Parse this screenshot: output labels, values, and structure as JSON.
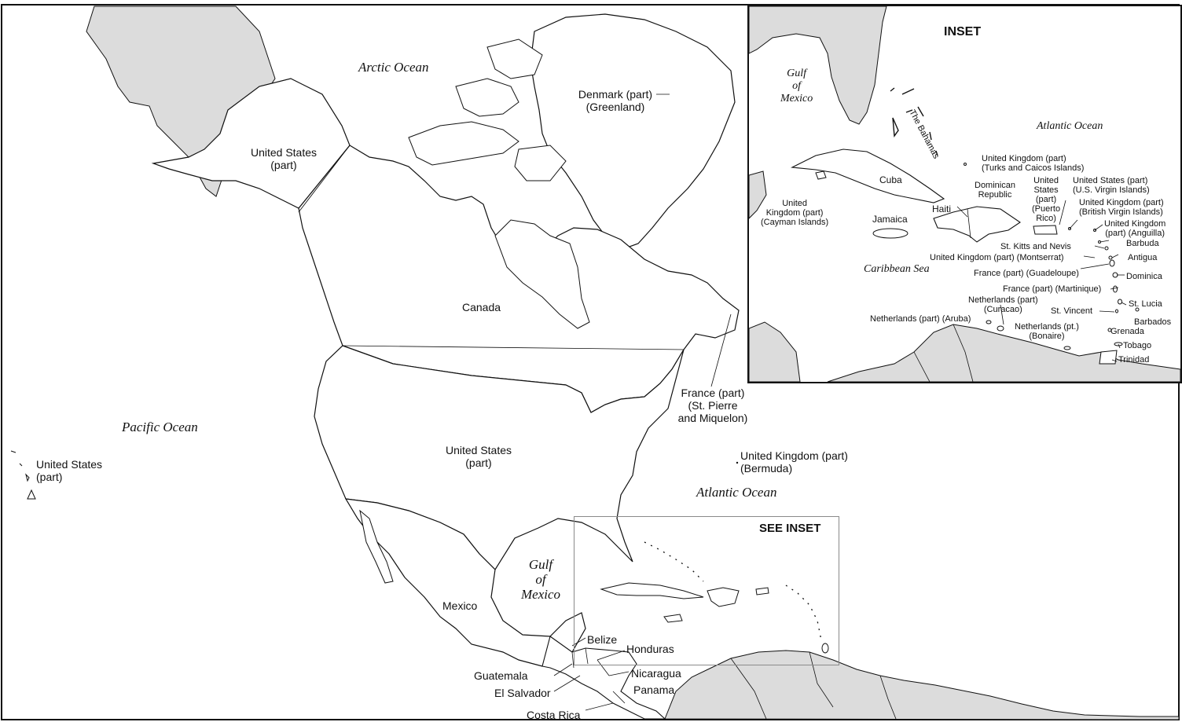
{
  "colors": {
    "land_other": "#dcdcdc",
    "land": "#ffffff",
    "outline": "#111111",
    "frame": "#111111"
  },
  "oceans": {
    "arctic": "Arctic Ocean",
    "pacific": "Pacific Ocean",
    "atlantic": "Atlantic Ocean",
    "gulf": [
      "Gulf",
      "of",
      "Mexico"
    ]
  },
  "countries": {
    "canada": "Canada",
    "us_main": [
      "United States",
      "(part)"
    ],
    "us_alaska": [
      "United States",
      "(part)"
    ],
    "us_hawaii": [
      "United States",
      "(part)"
    ],
    "greenland": [
      "Denmark (part)",
      "(Greenland)"
    ],
    "st_pierre": [
      "France (part)",
      "(St. Pierre",
      "and Miquelon)"
    ],
    "bermuda": [
      "United Kingdom (part)",
      "(Bermuda)"
    ],
    "mexico": "Mexico",
    "belize": "Belize",
    "honduras": "Honduras",
    "guatemala": "Guatemala",
    "nicaragua": "Nicaragua",
    "el_salvador": "El Salvador",
    "panama": "Panama",
    "costa_rica": "Costa Rica"
  },
  "see_inset": "SEE INSET",
  "inset": {
    "title": "INSET",
    "gulf": [
      "Gulf",
      "of",
      "Mexico"
    ],
    "atlantic": "Atlantic Ocean",
    "caribbean": "Caribbean Sea",
    "bahamas": "The Bahamas",
    "cuba": "Cuba",
    "jamaica": "Jamaica",
    "haiti": "Haiti",
    "dominican": [
      "Dominican",
      "Republic"
    ],
    "cayman": [
      "United",
      "Kingdom (part)",
      "(Cayman Islands)"
    ],
    "turks": [
      "United Kingdom (part)",
      "(Turks and Caicos Islands)"
    ],
    "puerto_rico": [
      "United",
      "States",
      "(part)",
      "(Puerto",
      "Rico)"
    ],
    "usvi": [
      "United States (part)",
      "(U.S. Virgin Islands)"
    ],
    "bvi": [
      "United Kingdom (part)",
      "(British Virgin Islands)"
    ],
    "anguilla": [
      "United Kingdom",
      "(part) (Anguilla)"
    ],
    "barbuda": "Barbuda",
    "st_kitts": "St. Kitts and Nevis",
    "antigua": "Antigua",
    "montserrat": "United Kingdom (part) (Montserrat)",
    "guadeloupe": "France (part) (Guadeloupe)",
    "dominica": "Dominica",
    "martinique": "France (part) (Martinique)",
    "curacao": [
      "Netherlands (part)",
      "(Curacao)"
    ],
    "st_lucia": "St. Lucia",
    "st_vincent": "St. Vincent",
    "barbados": "Barbados",
    "aruba": "Netherlands (part) (Aruba)",
    "bonaire": [
      "Netherlands (pt.)",
      "(Bonaire)"
    ],
    "grenada": "Grenada",
    "tobago": "Tobago",
    "trinidad": "Trinidad"
  }
}
